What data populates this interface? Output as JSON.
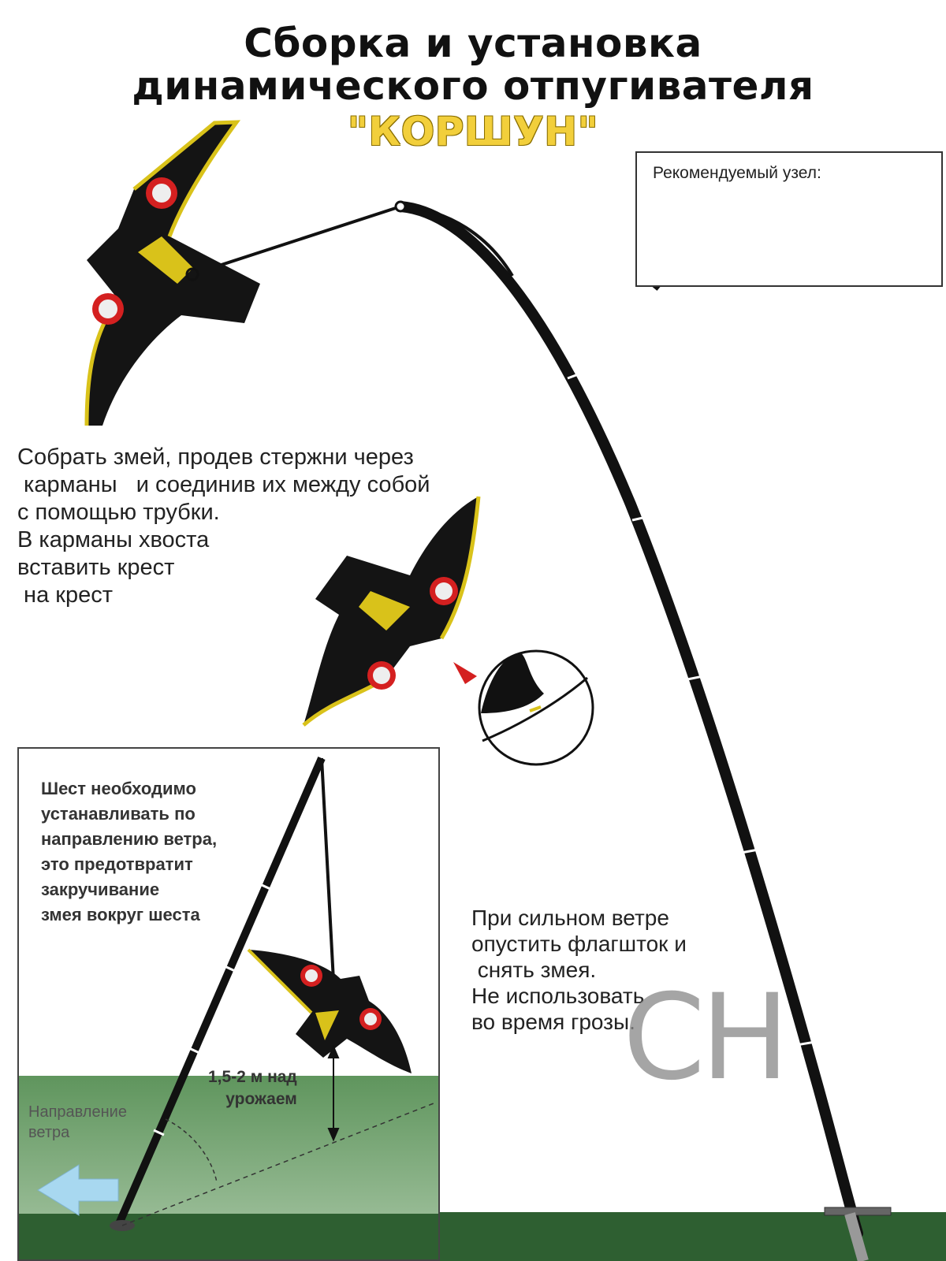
{
  "title": {
    "line1": "Сборка и установка",
    "line2_prefix": "динамического отпугивателя ",
    "line2_brand": "\"КОРШУН\""
  },
  "knot": {
    "label": "Рекомендуемый узел:"
  },
  "assembly_instructions": "Собрать змей, продев стержни через\n карманы   и соединив их между собой\nс помощью трубки.\nВ карманы хвоста\nвставить крест\n на крест",
  "pole_note": "Шест необходимо\nустанавливать по\nнаправлению ветра,\nэто предотвратит\nзакручивание\nзмея вокруг шеста",
  "wind_note": "При сильном ветре\nопустить флагшток и\n снять змея.\nНе использовать\nво время грозы.",
  "height_note": "1,5-2 м над\nурожаем",
  "wind_direction_label": "Направление\nветра",
  "watermark": "CH",
  "colors": {
    "kite_body": "#141414",
    "kite_trim": "#d9c21a",
    "eye_red": "#d42020",
    "grass": "#4f8a4e",
    "pole": "#111111",
    "brand": "#f2cf3b",
    "arrow": "#a8d8f0"
  }
}
